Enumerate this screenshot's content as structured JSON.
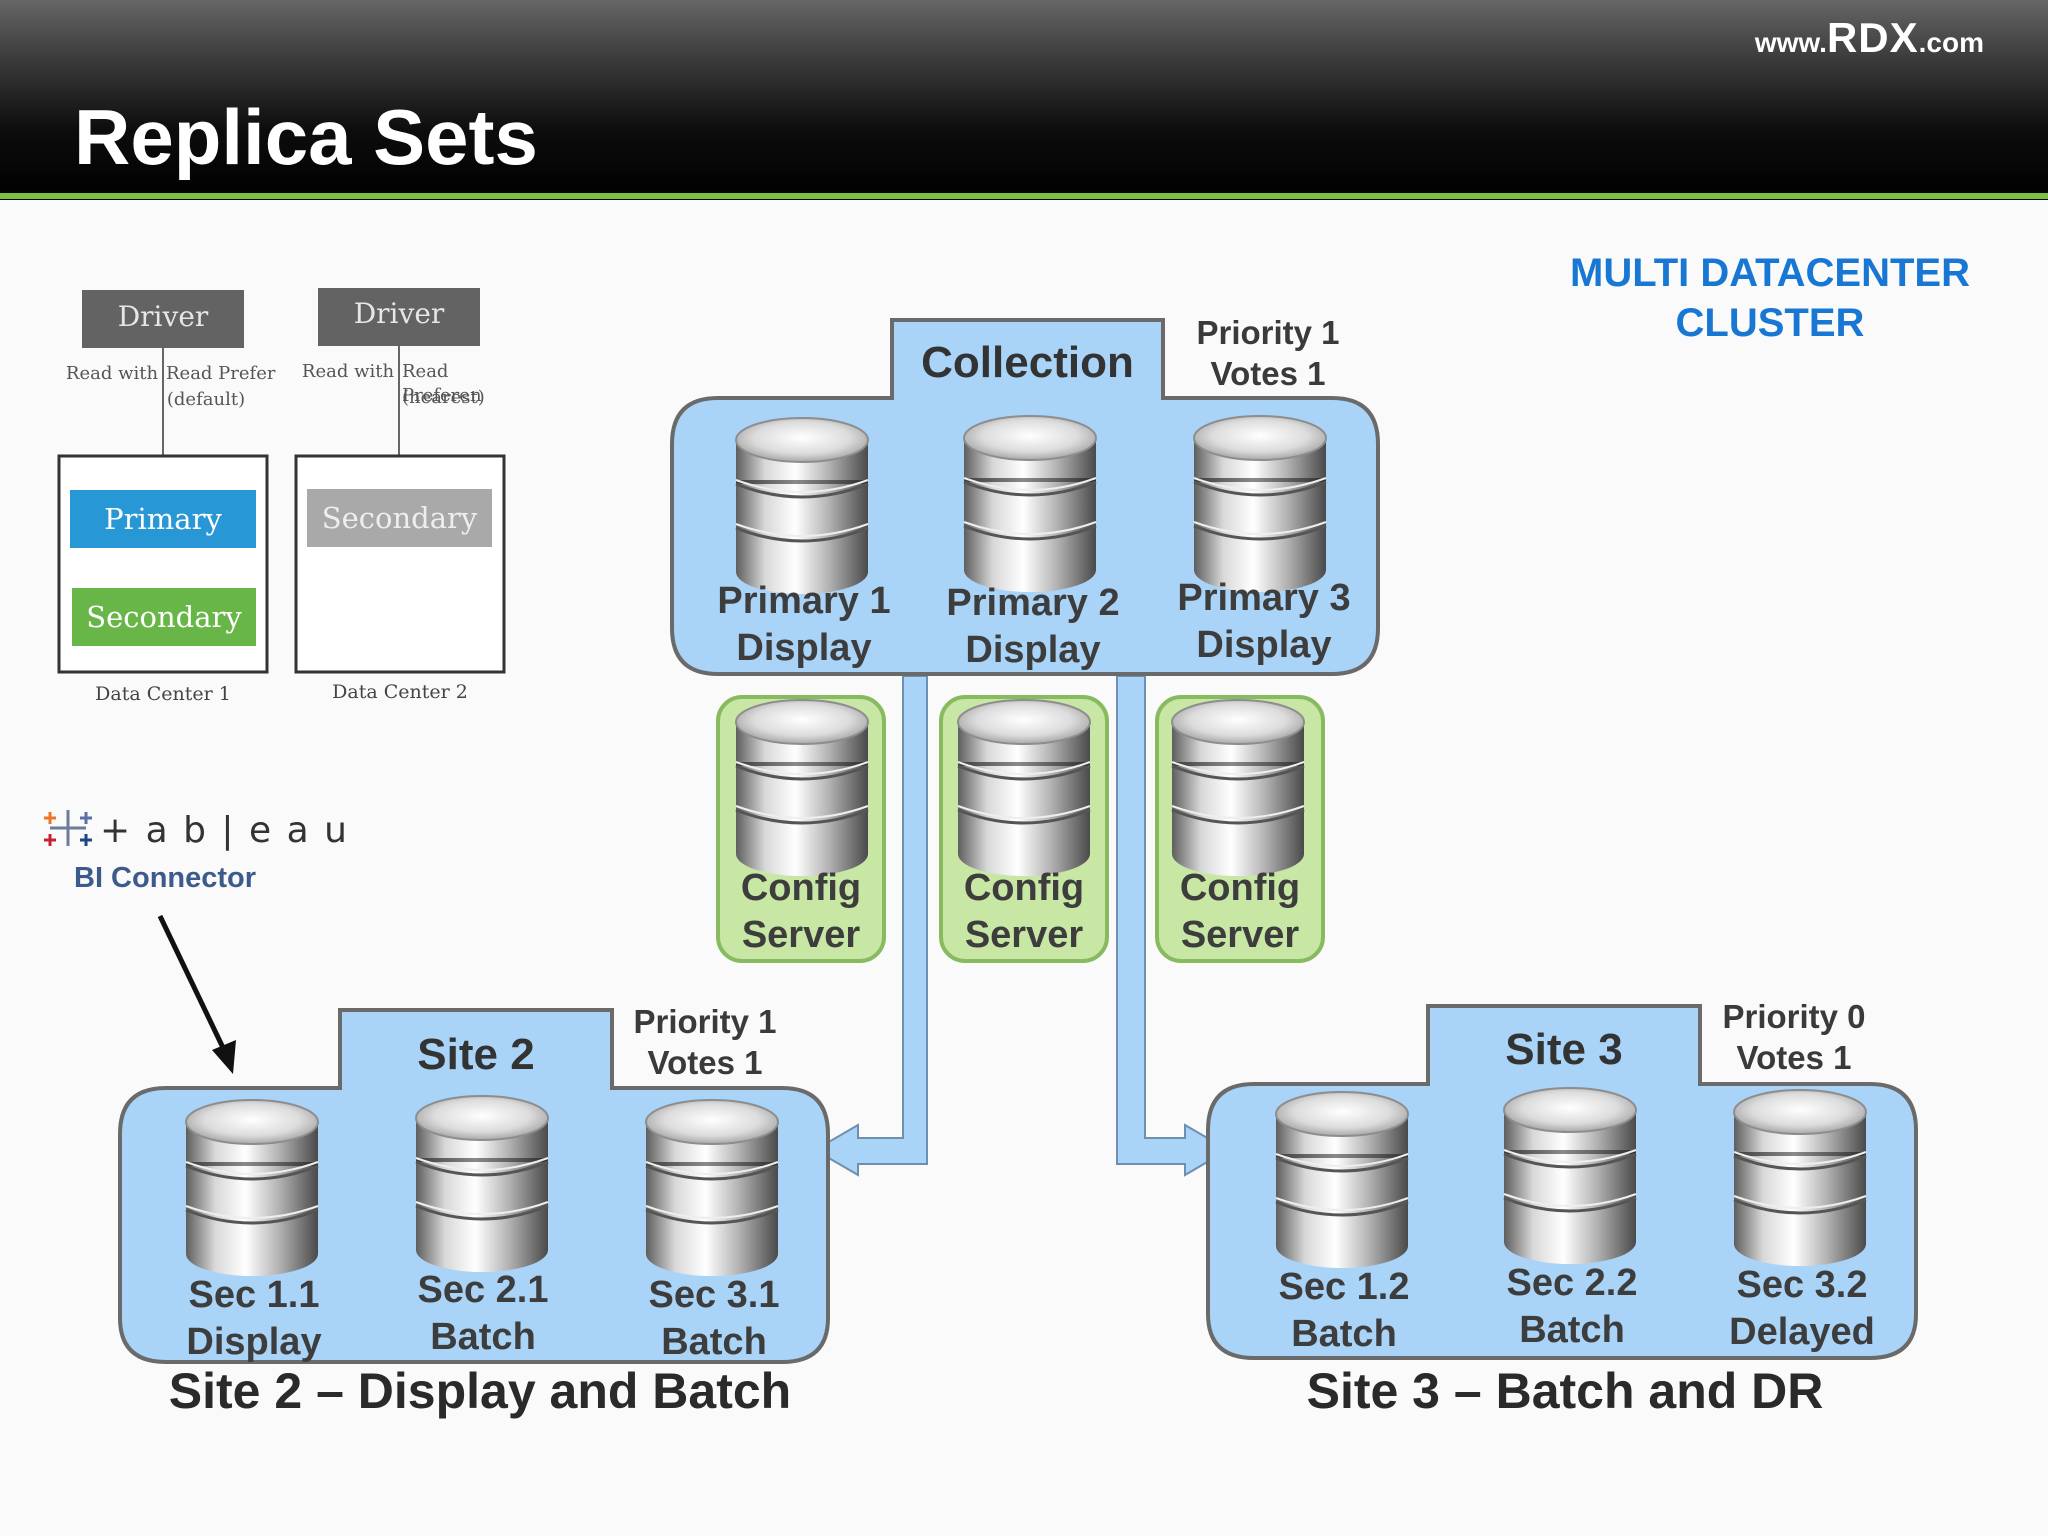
{
  "header": {
    "title": "Replica Sets",
    "url_prefix": "www.",
    "url_brand": "RDX",
    "url_suffix": ".com"
  },
  "subtitle": {
    "line1": "MULTI DATACENTER",
    "line2": "CLUSTER"
  },
  "inset": {
    "driver_left": "Driver",
    "driver_right": "Driver",
    "left_read_a": "Read with",
    "left_read_b": "Read Prefer",
    "left_read_c": "(default)",
    "right_read_a": "Read with",
    "right_read_b": "Read Preferen",
    "right_read_c": "(nearest)",
    "primary": "Primary",
    "secondary_left": "Secondary",
    "secondary_right": "Secondary",
    "dc1": "Data Center 1",
    "dc2": "Data Center 2"
  },
  "tableau": {
    "wordmark": "+ a b | e a u",
    "connector": "BI Connector"
  },
  "collection": {
    "title": "Collection",
    "priority": "Priority 1",
    "votes": "Votes 1",
    "nodes": [
      {
        "line1": "Primary 1",
        "line2": "Display"
      },
      {
        "line1": "Primary 2",
        "line2": "Display"
      },
      {
        "line1": "Primary 3",
        "line2": "Display"
      }
    ]
  },
  "config_servers": [
    {
      "line1": "Config",
      "line2": "Server"
    },
    {
      "line1": "Config",
      "line2": "Server"
    },
    {
      "line1": "Config",
      "line2": "Server"
    }
  ],
  "site2": {
    "title": "Site 2",
    "priority": "Priority 1",
    "votes": "Votes 1",
    "caption": "Site 2 – Display and Batch",
    "nodes": [
      {
        "line1": "Sec 1.1",
        "line2": "Display"
      },
      {
        "line1": "Sec 2.1",
        "line2": "Batch"
      },
      {
        "line1": "Sec 3.1",
        "line2": "Batch"
      }
    ]
  },
  "site3": {
    "title": "Site 3",
    "priority": "Priority 0",
    "votes": "Votes 1",
    "caption": "Site 3 – Batch and DR",
    "nodes": [
      {
        "line1": "Sec 1.2",
        "line2": "Batch"
      },
      {
        "line1": "Sec 2.2",
        "line2": "Batch"
      },
      {
        "line1": "Sec 3.2",
        "line2": "Delayed"
      }
    ]
  },
  "colors": {
    "panel_fill": "#a9d3f7",
    "panel_stroke": "#6a6a6a",
    "config_fill": "#c8e6a4",
    "config_stroke": "#88bb60",
    "accent_blue": "#1977d4",
    "header_green": "#7ac143"
  }
}
